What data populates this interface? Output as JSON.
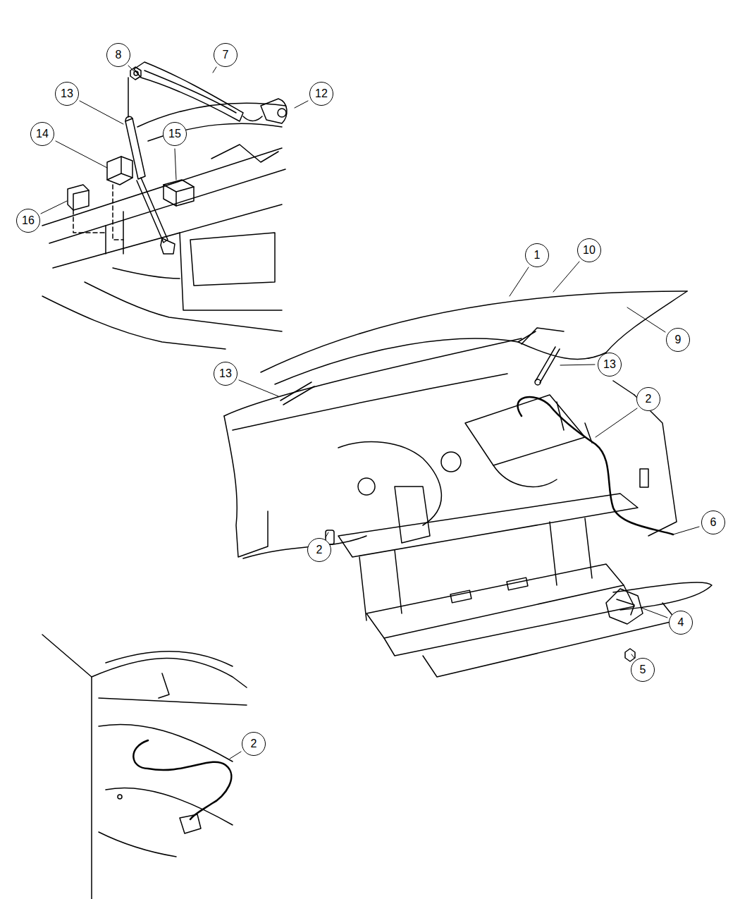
{
  "diagram": {
    "labels": [
      "8",
      "7",
      "13",
      "12",
      "14",
      "15",
      "16",
      "1",
      "10",
      "9",
      "13",
      "13",
      "2",
      "6",
      "2",
      "4",
      "5",
      "2"
    ]
  }
}
